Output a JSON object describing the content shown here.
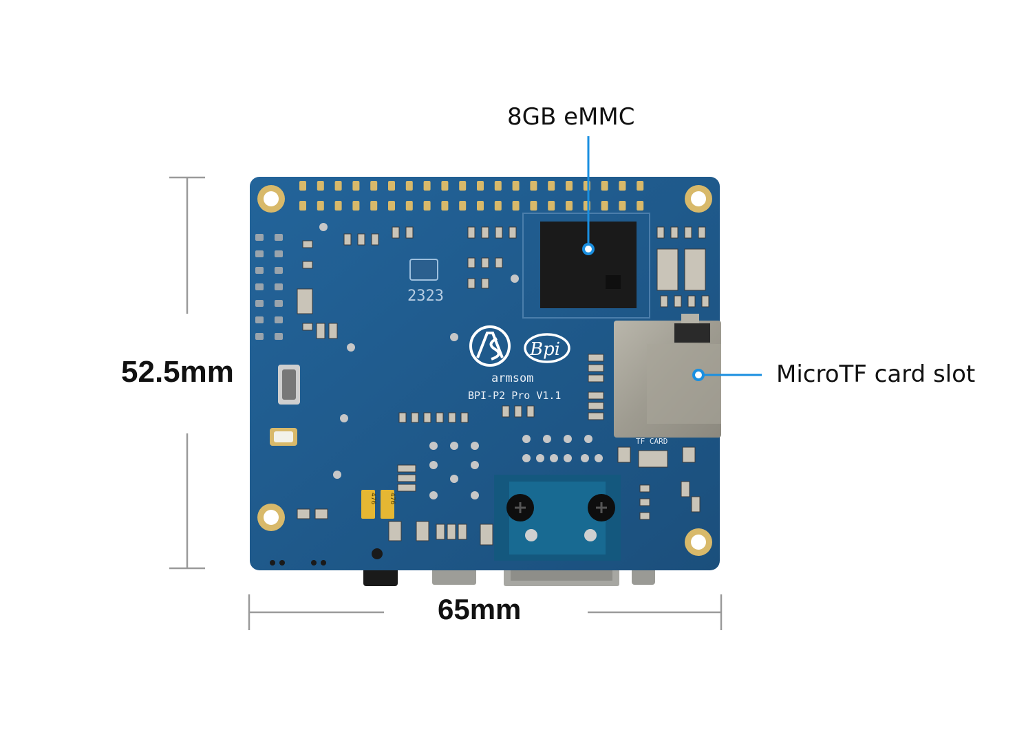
{
  "dimensions": {
    "height_label": "52.5mm",
    "width_label": "65mm"
  },
  "callouts": {
    "emmc": "8GB eMMC",
    "tf_slot": "MicroTF card slot"
  },
  "board": {
    "logo_brand": "armsom",
    "model_text": "BPI-P2  Pro  V1.1",
    "bpi_logo": "Bpi",
    "code_text": "2323",
    "tf_label": "TF  CARD",
    "cap_label": "476"
  },
  "colors": {
    "pcb": "#1f5a8c",
    "callout_line": "#1a8fe0",
    "dimension_line": "#9a9a9a",
    "pad_gold": "#d8b96a"
  }
}
